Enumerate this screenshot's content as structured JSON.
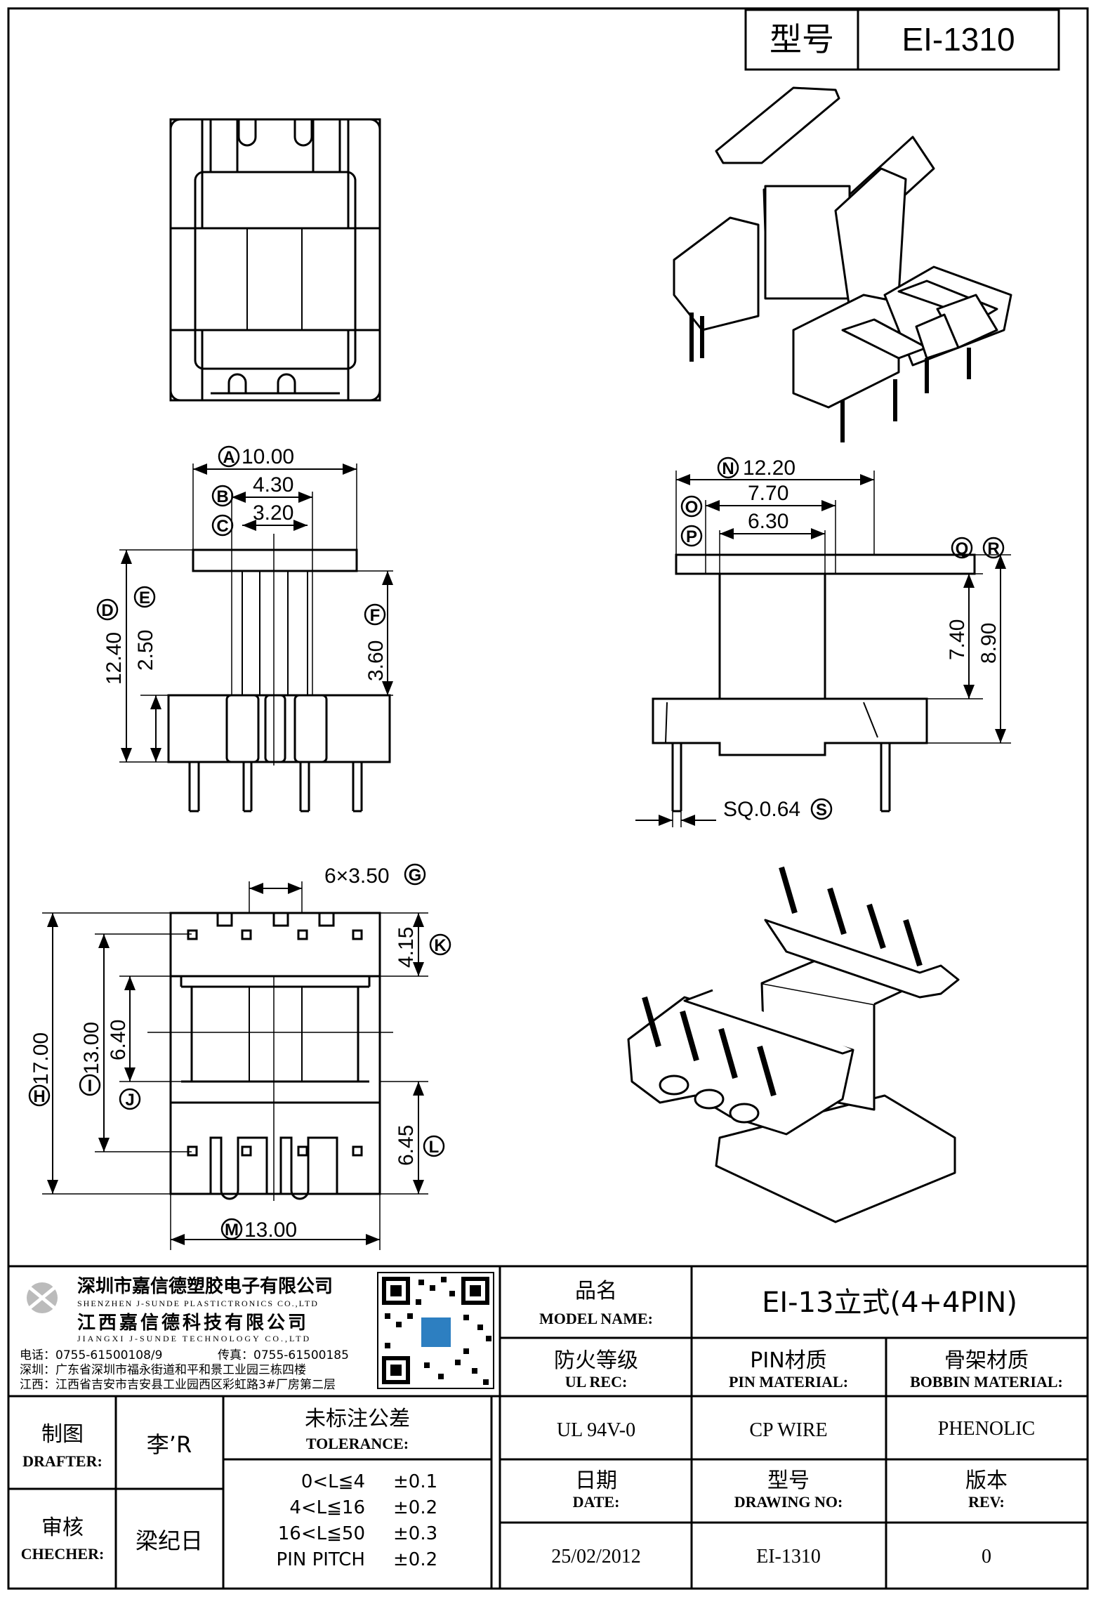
{
  "header": {
    "model_label": "型号",
    "model_value": "EI-1310"
  },
  "dimensions": {
    "A": {
      "letter": "A",
      "value": "10.00"
    },
    "B": {
      "letter": "B",
      "value": "4.30"
    },
    "C": {
      "letter": "C",
      "value": "3.20"
    },
    "D": {
      "letter": "D",
      "value": "12.40"
    },
    "E": {
      "letter": "E",
      "value": "2.50"
    },
    "F": {
      "letter": "F",
      "value": "3.60"
    },
    "G": {
      "letter": "G",
      "value": "6×3.50"
    },
    "H": {
      "letter": "H",
      "value": "17.00"
    },
    "I": {
      "letter": "I",
      "value": "13.00"
    },
    "J": {
      "letter": "J",
      "value": "6.40"
    },
    "K": {
      "letter": "K",
      "value": "4.15"
    },
    "L": {
      "letter": "L",
      "value": "6.45"
    },
    "M": {
      "letter": "M",
      "value": "13.00"
    },
    "N": {
      "letter": "N",
      "value": "12.20"
    },
    "O": {
      "letter": "O",
      "value": "7.70"
    },
    "P": {
      "letter": "P",
      "value": "6.30"
    },
    "Q": {
      "letter": "Q",
      "value": "7.40"
    },
    "R": {
      "letter": "R",
      "value": "8.90"
    },
    "S": {
      "letter": "S",
      "value": "SQ.0.64"
    }
  },
  "company": {
    "name_cn_1": "深圳市嘉信德塑胶电子有限公司",
    "name_en_1": "SHENZHEN J-SUNDE PLASTICTRONICS CO.,LTD",
    "name_cn_2": "江西嘉信德科技有限公司",
    "name_en_2": "JIANGXI J-SUNDE TECHNOLOGY CO.,LTD",
    "phone": "电话：0755-61500108/9",
    "fax": "传真：0755-61500185",
    "addr_sz": "深圳：广东省深圳市福永街道和平和景工业园三栋四楼",
    "addr_jx": "江西：江西省吉安市吉安县工业园西区彩虹路3#厂房第二层"
  },
  "title_block": {
    "model_name_cn": "品名",
    "model_name_en": "MODEL NAME:",
    "model_name_value": "EI-13立式(4+4PIN)",
    "ul_cn": "防火等级",
    "ul_en": "UL REC:",
    "ul_value": "UL 94V-0",
    "pin_cn": "PIN材质",
    "pin_en": "PIN MATERIAL:",
    "pin_value": "CP WIRE",
    "bobbin_cn": "骨架材质",
    "bobbin_en": "BOBBIN MATERIAL:",
    "bobbin_value": "PHENOLIC",
    "drafter_cn": "制图",
    "drafter_en": "DRAFTER:",
    "drafter_value": "李’R",
    "checker_cn": "审核",
    "checker_en": "CHECHER:",
    "checker_value": "梁纪日",
    "tol_cn": "未标注公差",
    "tol_en": "TOLERANCE:",
    "tolerances": [
      {
        "range": "0<L≦4",
        "value": "±0.1"
      },
      {
        "range": "4<L≦16",
        "value": "±0.2"
      },
      {
        "range": "16<L≦50",
        "value": "±0.3"
      },
      {
        "range": "PIN PITCH",
        "value": "±0.2"
      }
    ],
    "date_cn": "日期",
    "date_en": "DATE:",
    "date_value": "25/02/2012",
    "drawing_cn": "型号",
    "drawing_en": "DRAWING NO:",
    "drawing_value": "EI-1310",
    "rev_cn": "版本",
    "rev_en": "REV:",
    "rev_value": "0"
  }
}
